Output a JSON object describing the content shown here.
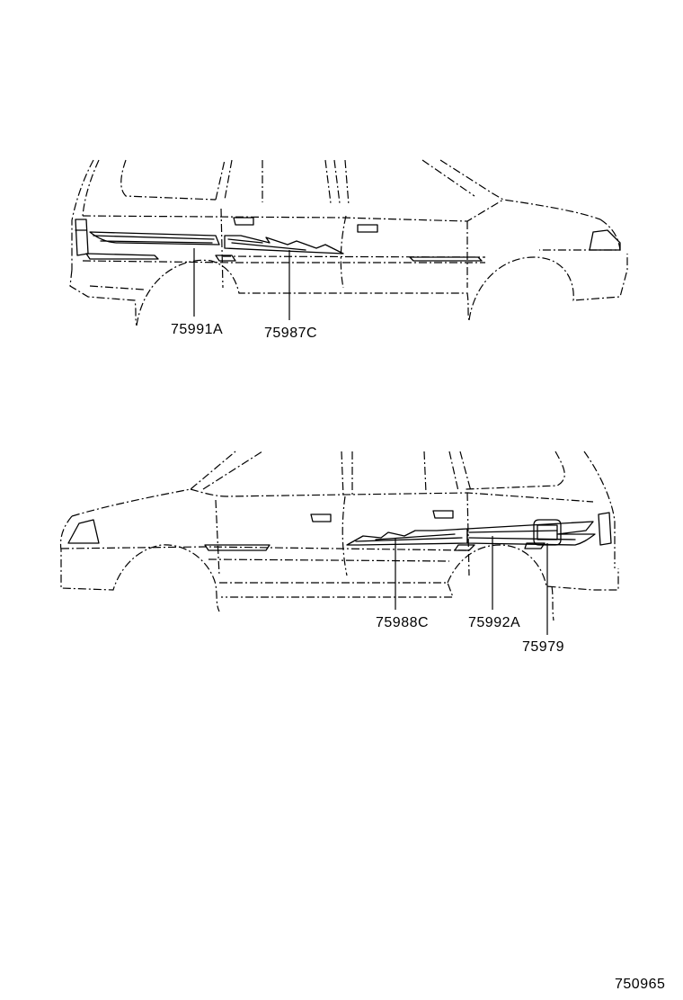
{
  "labels": {
    "upper": {
      "part_a": "75991A",
      "part_b": "75987C"
    },
    "lower": {
      "part_c": "75988C",
      "part_d": "75992A",
      "part_e": "75979"
    }
  },
  "figure_number": "750965"
}
